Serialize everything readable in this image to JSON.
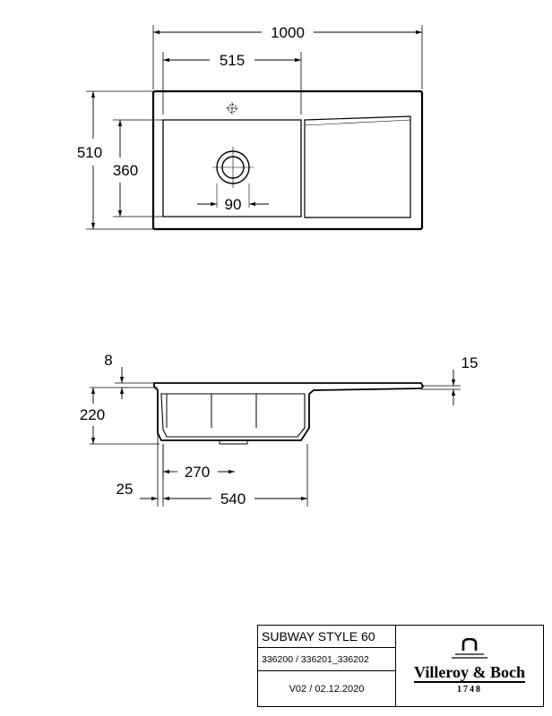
{
  "top_view": {
    "dim_overall_width": "1000",
    "dim_bowl_width": "515",
    "dim_overall_depth": "510",
    "dim_bowl_depth": "360",
    "dim_drain": "90"
  },
  "section_view": {
    "dim_rim": "8",
    "dim_drainer": "15",
    "dim_bowl_height": "220",
    "dim_inner_width": "270",
    "dim_edge": "25",
    "dim_cabinet": "540"
  },
  "title_block": {
    "product": "SUBWAY STYLE 60",
    "codes": "336200 / 336201_336202",
    "version": "V02 / 02.12.2020",
    "brand": "Villeroy & Boch",
    "year": "1748"
  }
}
